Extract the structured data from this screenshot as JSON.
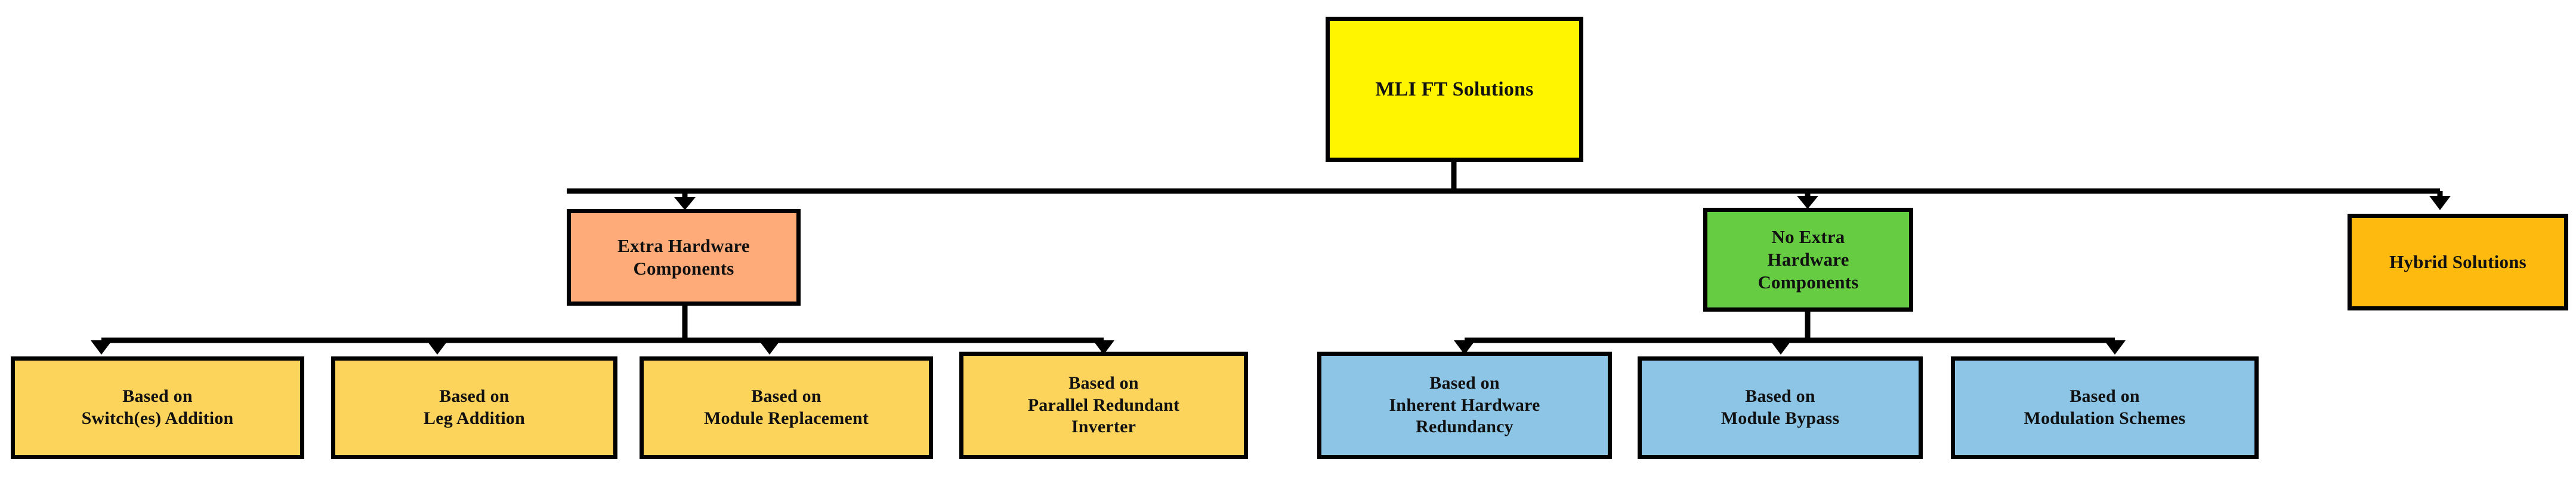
{
  "diagram": {
    "title": "MLI FT Solutions",
    "type": "tree-hierarchy",
    "orientation": "top-down",
    "colors": {
      "root": "#FFF500",
      "extra_hardware": "#FFAB79",
      "no_extra_hardware": "#66CC41",
      "hybrid": "#FFBA10",
      "leaf_hardware": "#FCD45C",
      "leaf_no_hardware": "#8CC5E6",
      "border": "#000000",
      "text": "#111111",
      "background": "#FFFFFF"
    }
  },
  "root": {
    "label": "MLI FT Solutions"
  },
  "branches": [
    {
      "id": "extra-hardware-components",
      "label": "Extra Hardware\nComponents",
      "color": "#FFAB79",
      "children": [
        {
          "id": "switches-addition",
          "label": "Based on\nSwitch(es) Addition"
        },
        {
          "id": "leg-addition",
          "label": "Based on\nLeg Addition"
        },
        {
          "id": "module-replacement",
          "label": "Based on\nModule Replacement"
        },
        {
          "id": "parallel-redundant-inverter",
          "label": "Based on\nParallel Redundant\nInverter"
        }
      ]
    },
    {
      "id": "no-extra-hardware-components",
      "label": "No Extra\nHardware\nComponents",
      "color": "#66CC41",
      "children": [
        {
          "id": "inherent-hardware-redundancy",
          "label": "Based on\nInherent Hardware\nRedundancy"
        },
        {
          "id": "module-bypass",
          "label": "Based on\nModule Bypass"
        },
        {
          "id": "modulation-schemes",
          "label": "Based on\nModulation Schemes"
        }
      ]
    },
    {
      "id": "hybrid-solutions",
      "label": "Hybrid Solutions",
      "color": "#FFBA10",
      "children": []
    }
  ]
}
